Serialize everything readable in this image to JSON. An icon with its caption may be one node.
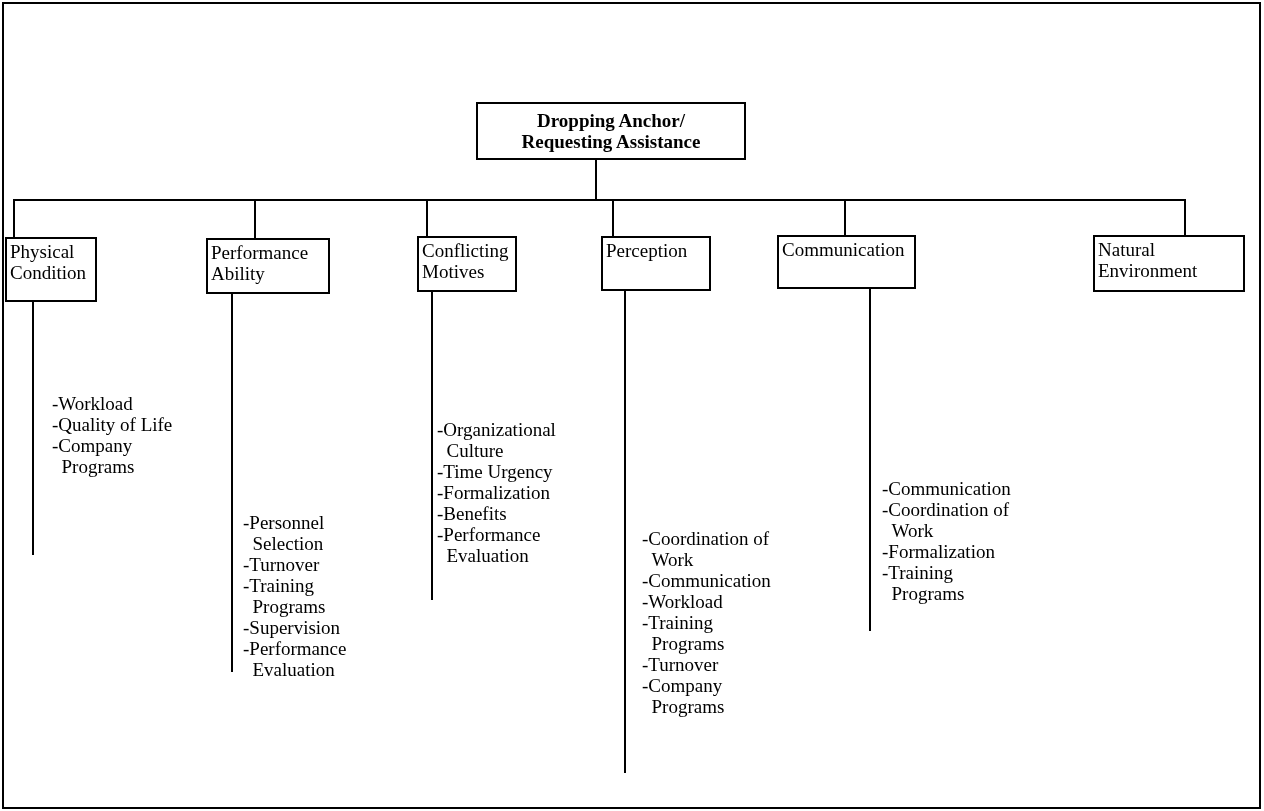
{
  "diagram": {
    "nodes": [
      {
        "text": [
          "Dropping Anchor/ Requesting Assistance"
        ]
      },
      {
        "text": [
          "Physical Condition"
        ],
        "beside": [
          "-Workload",
          "-Quality of Life",
          "-Company Programs"
        ]
      },
      {
        "text": [
          "Performance Ability"
        ],
        "beside": [
          "-Personnel Selection",
          "-Turnover",
          "-Training Programs",
          "-Supervision",
          "-Performance Evaluation"
        ]
      },
      {
        "text": [
          "Conflicting Motives"
        ],
        "beside": [
          "-Organizational Culture",
          "-Time Urgency",
          "-Formalization",
          "-Benefits",
          "-Performance Evaluation"
        ]
      },
      {
        "text": [
          "Perception"
        ],
        "beside": [
          "-Coordination of Work",
          "-Communication",
          "-Workload",
          "-Training Programs",
          "-Turnover",
          "-Company Programs"
        ]
      },
      {
        "text": [
          "Communication"
        ],
        "beside": [
          "-Communication",
          "-Coordination of Work",
          "-Formalization",
          "-Training Programs"
        ]
      },
      {
        "text": [
          "Natural Environment"
        ]
      }
    ],
    "edges": [
      {
        "from": 0,
        "to": 1,
        "arrow": "none"
      },
      {
        "from": 0,
        "to": 2,
        "arrow": "none"
      },
      {
        "from": 0,
        "to": 3,
        "arrow": "none"
      },
      {
        "from": 0,
        "to": 4,
        "arrow": "none"
      },
      {
        "from": 0,
        "to": 5,
        "arrow": "none"
      },
      {
        "from": 0,
        "to": 6,
        "arrow": "none"
      }
    ]
  }
}
